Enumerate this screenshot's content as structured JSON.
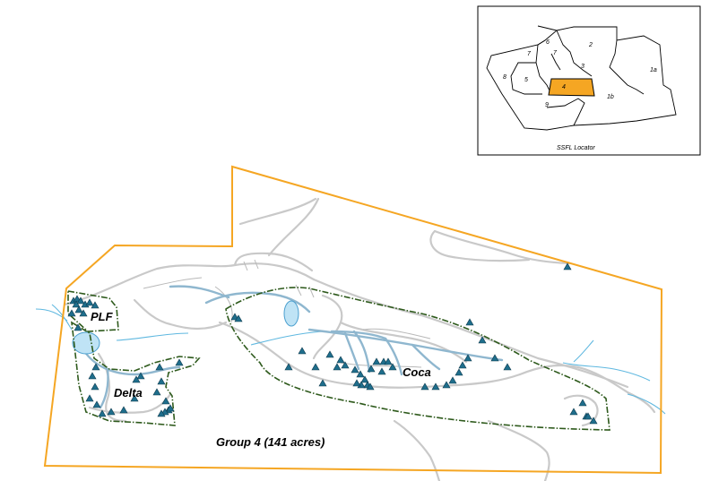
{
  "map_labels": {
    "plf": "PLF",
    "delta": "Delta",
    "coca": "Coca",
    "group": "Group 4 (141 acres)"
  },
  "locator": {
    "title": "SSFL Locator",
    "highlight_color": "#f5a623",
    "subareas": [
      {
        "label": "1a"
      },
      {
        "label": "1b"
      },
      {
        "label": "2"
      },
      {
        "label": "3"
      },
      {
        "label": "4",
        "highlighted": true
      },
      {
        "label": "5"
      },
      {
        "label": "6"
      },
      {
        "label": "7"
      },
      {
        "label": "7"
      },
      {
        "label": "8"
      },
      {
        "label": "9"
      }
    ]
  },
  "legend_colors": {
    "group_boundary": "#f5a623",
    "area_boundary": "#2e5a1c",
    "sample_marker": "#1f6e8c",
    "water": "#5fb8e0",
    "roads": "#c9c9c9"
  },
  "markers": {
    "symbol": "sample-triangle-icon"
  }
}
